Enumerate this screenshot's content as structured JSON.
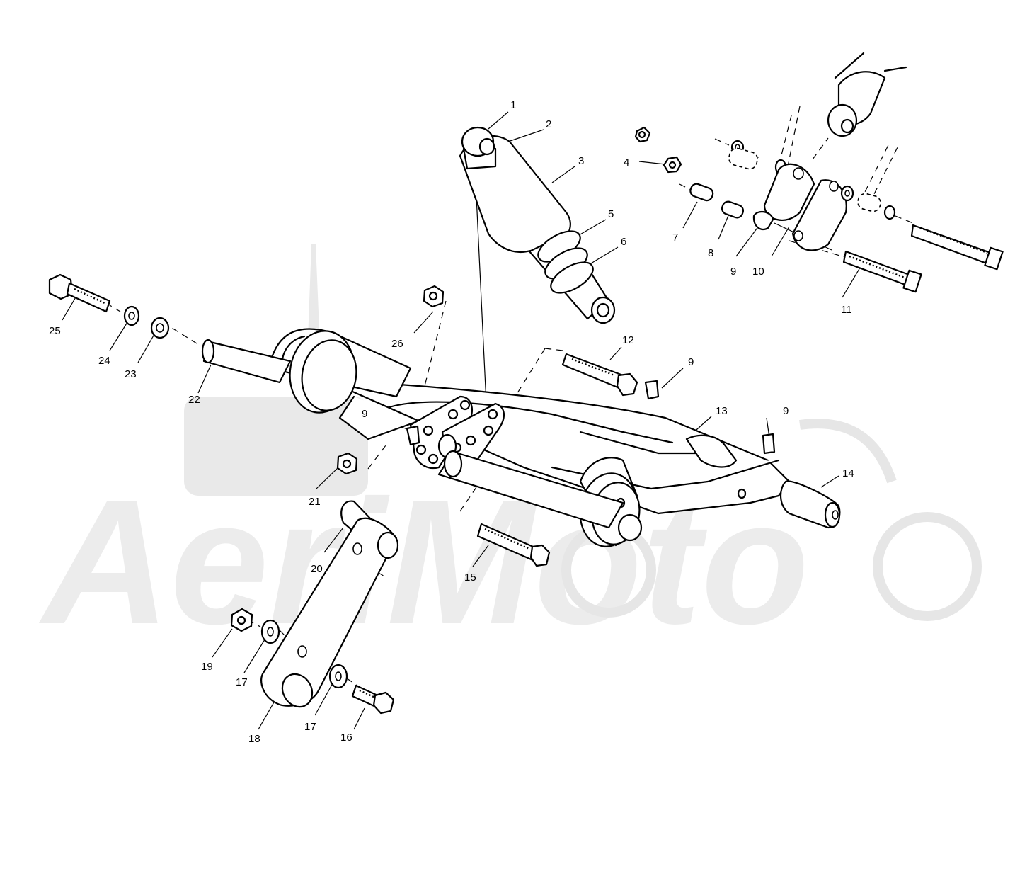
{
  "watermark": {
    "text": "AeriMoto"
  },
  "callouts": [
    {
      "key": "c1",
      "label": "1"
    },
    {
      "key": "c2",
      "label": "2"
    },
    {
      "key": "c3",
      "label": "3"
    },
    {
      "key": "c4",
      "label": "4"
    },
    {
      "key": "c5",
      "label": "5"
    },
    {
      "key": "c6",
      "label": "6"
    },
    {
      "key": "c7",
      "label": "7"
    },
    {
      "key": "c8",
      "label": "8"
    },
    {
      "key": "c9a",
      "label": "9"
    },
    {
      "key": "c10",
      "label": "10"
    },
    {
      "key": "c11",
      "label": "11"
    },
    {
      "key": "c12",
      "label": "12"
    },
    {
      "key": "c9b",
      "label": "9"
    },
    {
      "key": "c13",
      "label": "13"
    },
    {
      "key": "c9c",
      "label": "9"
    },
    {
      "key": "c14",
      "label": "14"
    },
    {
      "key": "c25",
      "label": "25"
    },
    {
      "key": "c26",
      "label": "26"
    },
    {
      "key": "c24",
      "label": "24"
    },
    {
      "key": "c23",
      "label": "23"
    },
    {
      "key": "c22",
      "label": "22"
    },
    {
      "key": "c9d",
      "label": "9"
    },
    {
      "key": "c21",
      "label": "21"
    },
    {
      "key": "c15",
      "label": "15"
    },
    {
      "key": "c20",
      "label": "20"
    },
    {
      "key": "c19",
      "label": "19"
    },
    {
      "key": "c17a",
      "label": "17"
    },
    {
      "key": "c17b",
      "label": "17"
    },
    {
      "key": "c18",
      "label": "18"
    },
    {
      "key": "c16",
      "label": "16"
    }
  ]
}
